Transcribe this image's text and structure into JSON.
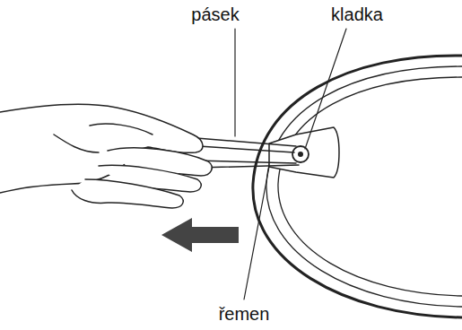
{
  "diagram": {
    "labels": [
      "pásek",
      "kladka",
      "řemen"
    ]
  }
}
